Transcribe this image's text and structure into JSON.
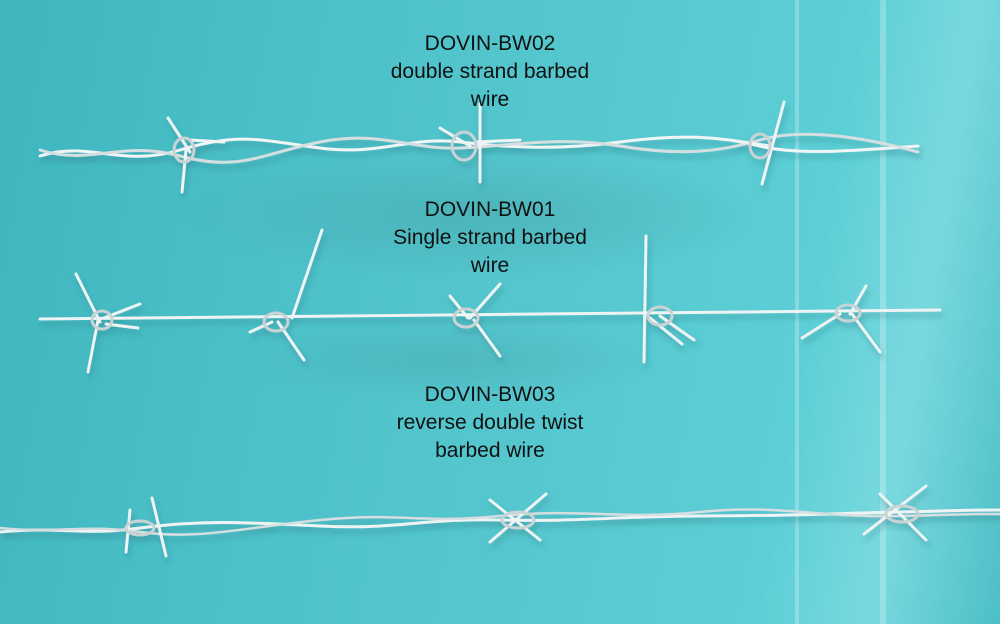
{
  "labels": {
    "bw02": {
      "code": "DOVIN-BW02",
      "line1": "double strand barbed",
      "line2": "wire"
    },
    "bw01": {
      "code": "DOVIN-BW01",
      "line1": "Single strand barbed",
      "line2": "wire"
    },
    "bw03": {
      "code": "DOVIN-BW03",
      "line1": "reverse double twist",
      "line2": "barbed wire"
    }
  },
  "colors": {
    "background": "#4cc1c9",
    "wire": "#e4ecee",
    "wire_shadow": "#8fa7ab",
    "text": "#111111"
  }
}
